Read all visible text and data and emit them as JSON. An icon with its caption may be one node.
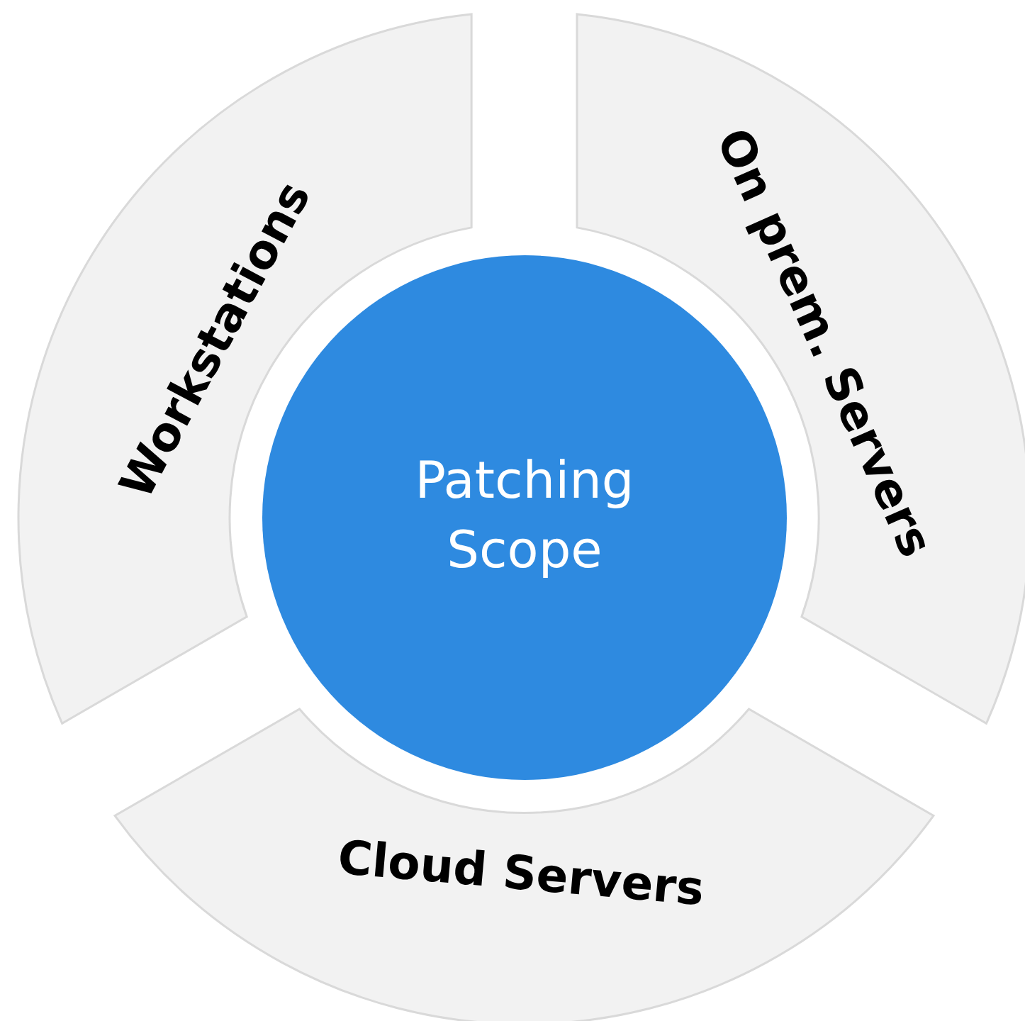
{
  "diagram": {
    "nodes": [
      {
        "text": [
          "Workstations"
        ]
      },
      {
        "text": [
          "On prem. Servers"
        ]
      },
      {
        "text": [
          "Patching Scope"
        ]
      },
      {
        "text": [
          "Cloud Servers"
        ]
      }
    ]
  }
}
